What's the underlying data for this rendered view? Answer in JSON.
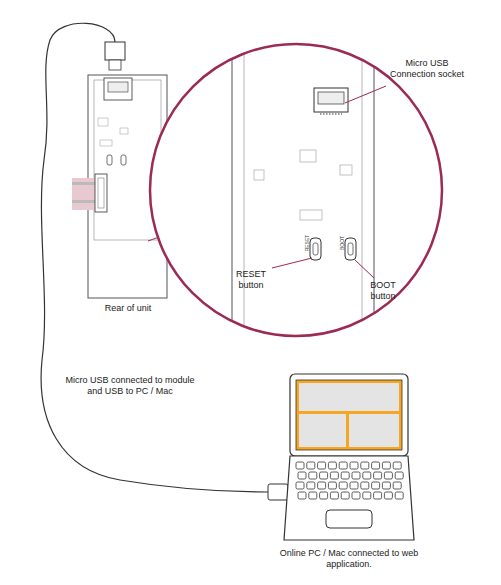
{
  "diagram": {
    "labels": [
      "Micro USB Connection socket",
      "RESET",
      "BOOT",
      "RESET button",
      "BOOT button",
      "Rear of unit",
      "Micro USB connected to module and USB to PC / Mac",
      "Online PC / Mac connected to web application."
    ]
  }
}
